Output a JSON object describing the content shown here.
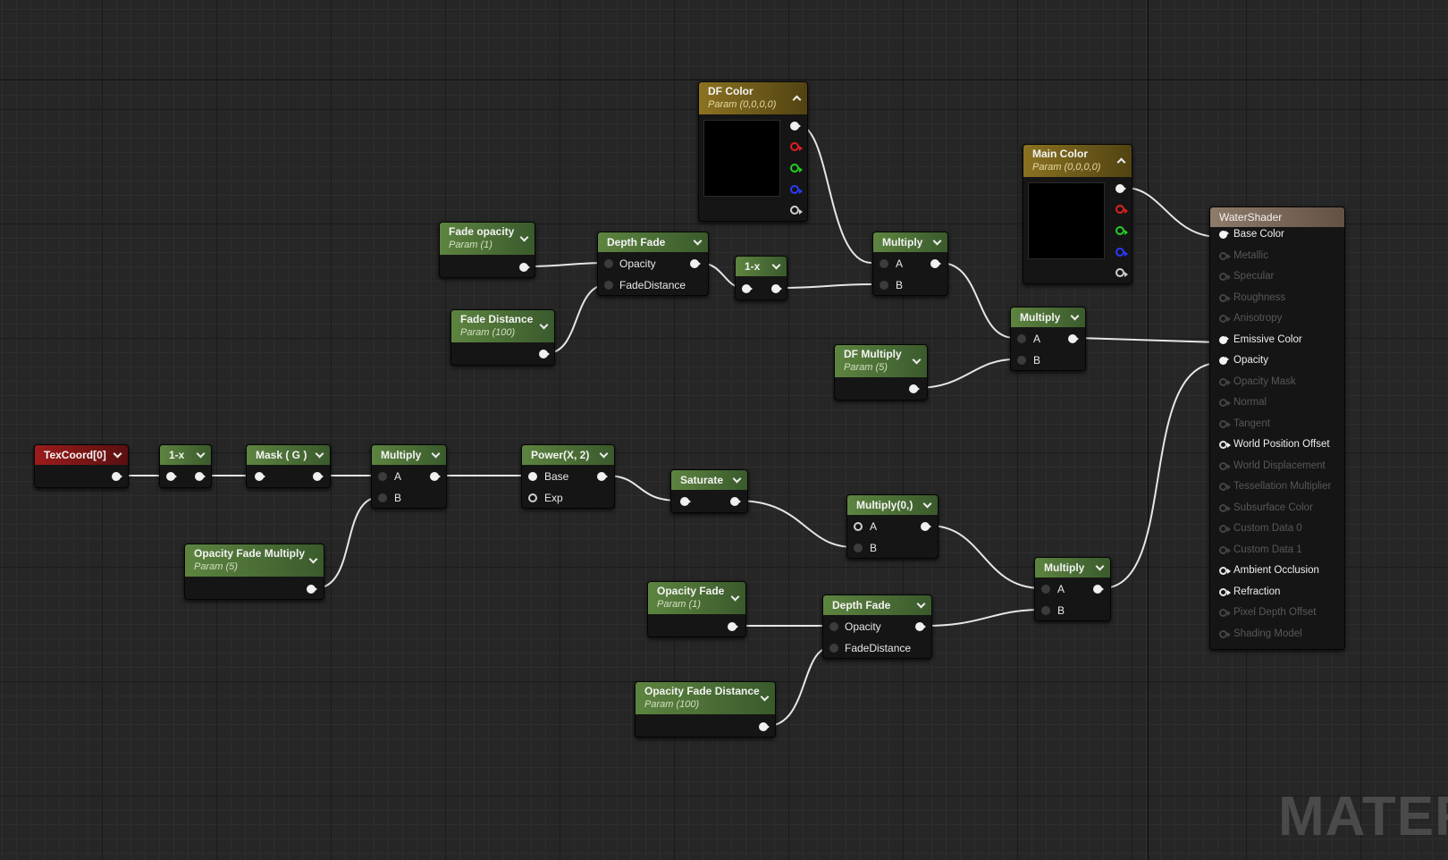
{
  "nodes": {
    "df_color": {
      "title": "DF Color",
      "subtitle": "Param (0,0,0,0)"
    },
    "main_color": {
      "title": "Main Color",
      "subtitle": "Param (0,0,0,0)"
    },
    "fade_opacity": {
      "title": "Fade opacity",
      "subtitle": "Param (1)"
    },
    "fade_distance": {
      "title": "Fade Distance",
      "subtitle": "Param (100)"
    },
    "depth_fade_top": {
      "title": "Depth Fade",
      "pins": {
        "opacity": "Opacity",
        "fade_distance": "FadeDistance"
      }
    },
    "one_minus_top": {
      "title": "1-x"
    },
    "multiply_top": {
      "title": "Multiply",
      "pins": {
        "a": "A",
        "b": "B"
      }
    },
    "multiply_emissive": {
      "title": "Multiply",
      "pins": {
        "a": "A",
        "b": "B"
      }
    },
    "df_multiply": {
      "title": "DF Multiply",
      "subtitle": "Param (5)"
    },
    "texcoord": {
      "title": "TexCoord[0]"
    },
    "one_minus_mid": {
      "title": "1-x"
    },
    "mask_g": {
      "title": "Mask ( G )"
    },
    "multiply_mid": {
      "title": "Multiply",
      "pins": {
        "a": "A",
        "b": "B"
      }
    },
    "opacity_fade_multiply": {
      "title": "Opacity Fade Multiply",
      "subtitle": "Param (5)"
    },
    "power": {
      "title": "Power(X, 2)",
      "pins": {
        "base": "Base",
        "exp": "Exp"
      }
    },
    "saturate": {
      "title": "Saturate"
    },
    "multiply_zero": {
      "title": "Multiply(0,)",
      "pins": {
        "a": "A",
        "b": "B"
      }
    },
    "multiply_opacity": {
      "title": "Multiply",
      "pins": {
        "a": "A",
        "b": "B"
      }
    },
    "opacity_fade": {
      "title": "Opacity Fade",
      "subtitle": "Param (1)"
    },
    "depth_fade_bottom": {
      "title": "Depth Fade",
      "pins": {
        "opacity": "Opacity",
        "fade_distance": "FadeDistance"
      }
    },
    "opacity_fade_distance": {
      "title": "Opacity Fade Distance",
      "subtitle": "Param (100)"
    }
  },
  "root": {
    "title": "WaterShader",
    "inputs": [
      {
        "label": "Base Color",
        "state": "on"
      },
      {
        "label": "Metallic",
        "state": "off"
      },
      {
        "label": "Specular",
        "state": "off"
      },
      {
        "label": "Roughness",
        "state": "off"
      },
      {
        "label": "Anisotropy",
        "state": "off"
      },
      {
        "label": "Emissive Color",
        "state": "on"
      },
      {
        "label": "Opacity",
        "state": "on"
      },
      {
        "label": "Opacity Mask",
        "state": "off"
      },
      {
        "label": "Normal",
        "state": "off"
      },
      {
        "label": "Tangent",
        "state": "off"
      },
      {
        "label": "World Position Offset",
        "state": "ring"
      },
      {
        "label": "World Displacement",
        "state": "off"
      },
      {
        "label": "Tessellation Multiplier",
        "state": "off"
      },
      {
        "label": "Subsurface Color",
        "state": "off"
      },
      {
        "label": "Custom Data 0",
        "state": "off"
      },
      {
        "label": "Custom Data 1",
        "state": "off"
      },
      {
        "label": "Ambient Occlusion",
        "state": "ring"
      },
      {
        "label": "Refraction",
        "state": "ring"
      },
      {
        "label": "Pixel Depth Offset",
        "state": "off"
      },
      {
        "label": "Shading Model",
        "state": "off"
      }
    ]
  },
  "watermark": "MATERI",
  "colors": {
    "background": "#262626",
    "node_green": "#5d8440",
    "node_gold": "#8b7222",
    "node_red": "#9c1c1c",
    "root_header": "#8f7b6a",
    "wire": "#e6e6e6"
  }
}
